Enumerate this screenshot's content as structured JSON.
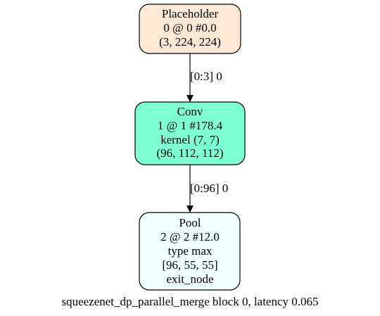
{
  "nodes": [
    {
      "id": "placeholder",
      "fill": "#fbe9d6",
      "lines": [
        "Placeholder",
        "0 @ 0 #0.0",
        "(3, 224, 224)"
      ]
    },
    {
      "id": "conv",
      "fill": "#7fffd4",
      "lines": [
        "Conv",
        "1 @ 1 #178.4",
        "kernel (7, 7)",
        "(96, 112, 112)"
      ]
    },
    {
      "id": "pool",
      "fill": "#f0ffff",
      "lines": [
        "Pool",
        "2 @ 2 #12.0",
        "type max",
        "[96, 55, 55]",
        "exit_node"
      ]
    }
  ],
  "edges": [
    {
      "from": "placeholder",
      "to": "conv",
      "label": "[0:3] 0"
    },
    {
      "from": "conv",
      "to": "pool",
      "label": "[0:96] 0"
    }
  ],
  "caption": "squeezenet_dp_parallel_merge block 0, latency 0.065"
}
